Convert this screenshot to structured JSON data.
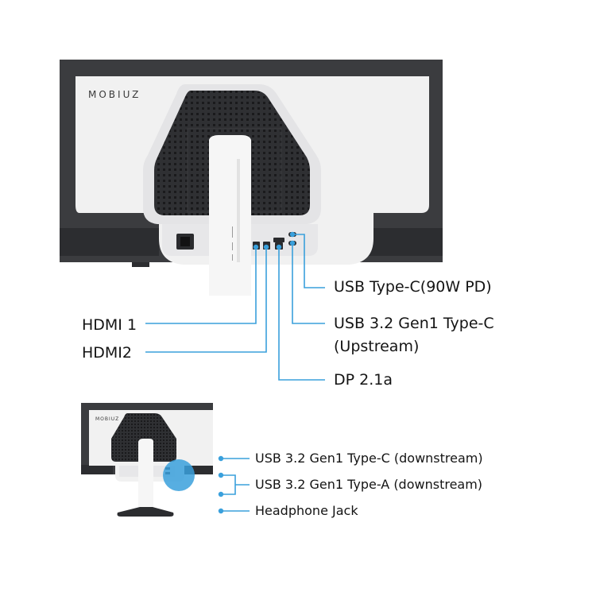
{
  "brand": {
    "logo_text": "MOBIUZ"
  },
  "main_view": {
    "port_labels": {
      "usb_c_pd": "USB Type-C(90W PD)",
      "usb_upstream_line1": "USB 3.2 Gen1 Type-C",
      "usb_upstream_line2": "(Upstream)",
      "dp": "DP 2.1a",
      "hdmi1": "HDMI 1",
      "hdmi2": "HDMI2"
    }
  },
  "inset_view": {
    "logo_text": "MOBIUZ",
    "port_labels": {
      "usb_c_down": "USB 3.2 Gen1 Type-C (downstream)",
      "usb_a_down": "USB 3.2 Gen1 Type-A (downstream)",
      "headphone": "Headphone Jack"
    }
  },
  "colors": {
    "accent": "#3aa0dc",
    "monitor_dark": "#3b3c3f",
    "monitor_white": "#f1f1f1",
    "grille": "#2f3033",
    "text": "#141414"
  }
}
